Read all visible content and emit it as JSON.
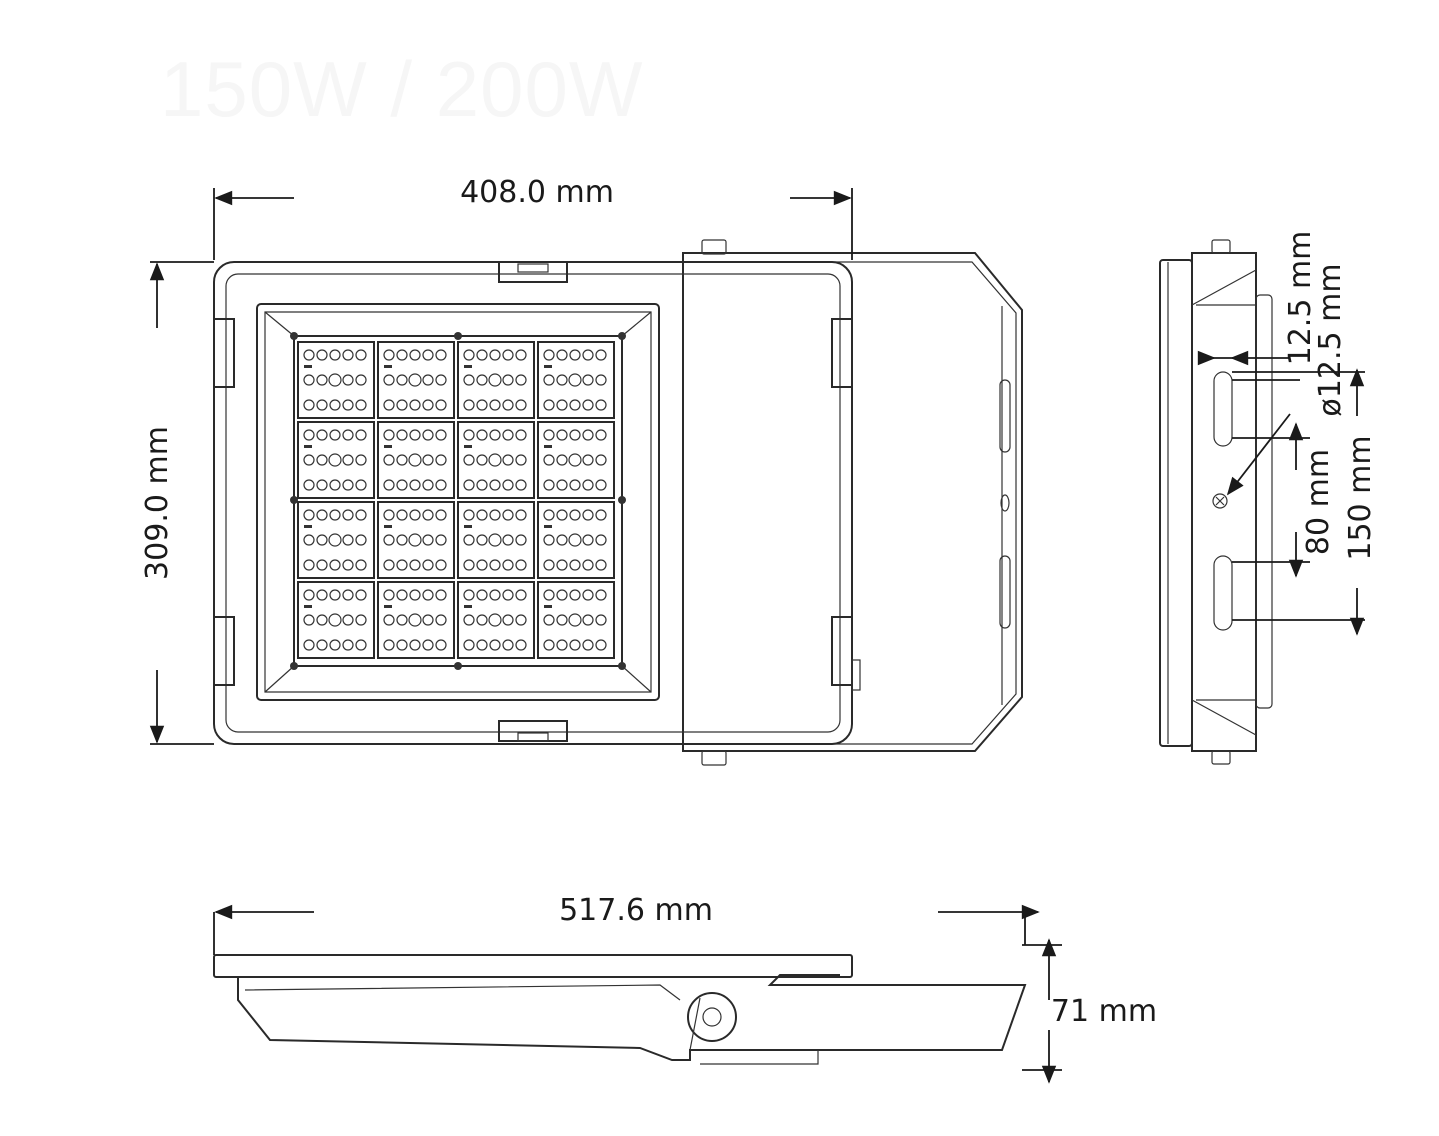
{
  "watermark": "150W / 200W",
  "dimensions": {
    "top_width": "408.0 mm",
    "top_height": "309.0 mm",
    "side_a": "12.5 mm",
    "side_b": "ø12.5 mm",
    "side_c": "80 mm",
    "side_d": "150 mm",
    "bottom_width": "517.6 mm",
    "bottom_height": "71 mm"
  },
  "colors": {
    "line": "#2a2a2a",
    "text": "#1a1a1a",
    "watermark": "#f6f6f6"
  },
  "led_grid": {
    "rows": 4,
    "cols": 4
  }
}
